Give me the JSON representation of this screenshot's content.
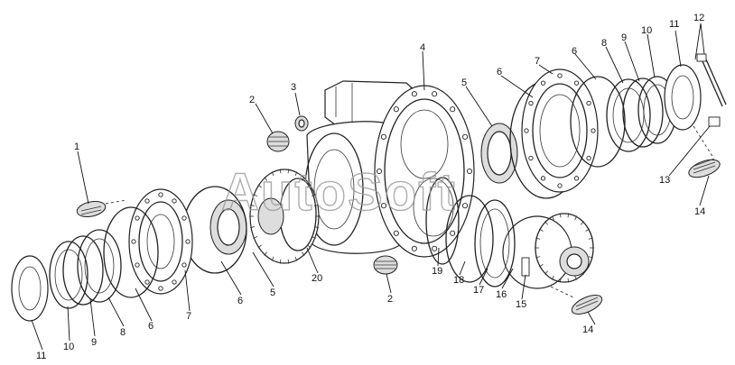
{
  "watermark": "AutoSoft",
  "callouts": {
    "l1": "1",
    "l2a": "2",
    "l2b": "2",
    "l3": "3",
    "l4": "4",
    "l5a": "5",
    "l5b": "5",
    "l6a": "6",
    "l6b": "6",
    "l6c": "6",
    "l6d": "6",
    "l7a": "7",
    "l7b": "7",
    "l8a": "8",
    "l8b": "8",
    "l9a": "9",
    "l9b": "9",
    "l10a": "10",
    "l10b": "10",
    "l11a": "11",
    "l11b": "11",
    "l12": "12",
    "l13": "13",
    "l14a": "14",
    "l14b": "14",
    "l15": "15",
    "l16": "16",
    "l17": "17",
    "l18": "18",
    "l19": "19",
    "l20": "20"
  }
}
